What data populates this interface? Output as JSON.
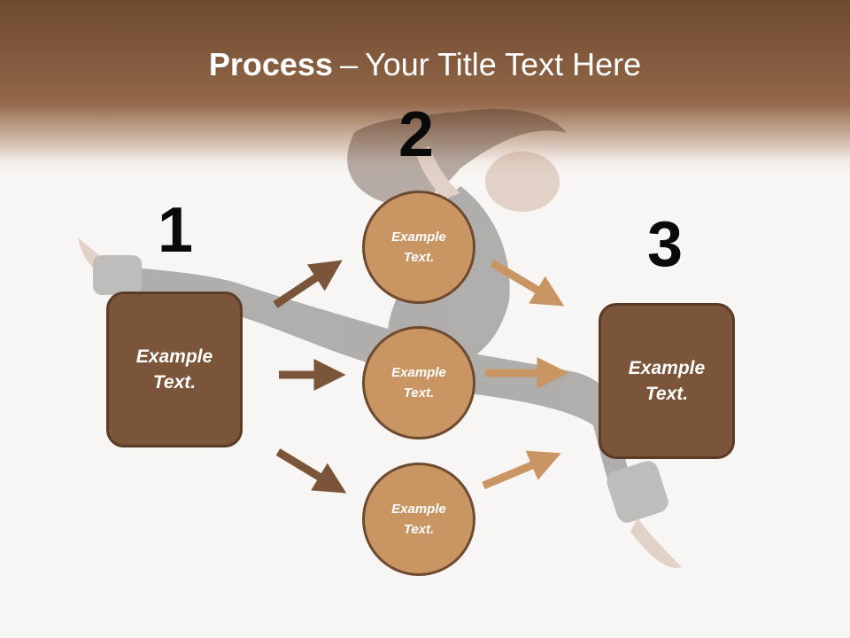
{
  "title": {
    "bold": "Process",
    "dash": "–",
    "rest": "Your Title Text Here"
  },
  "steps": [
    {
      "number": "1",
      "label": "Example Text."
    },
    {
      "number": "2",
      "items": [
        "Example Text.",
        "Example Text.",
        "Example Text."
      ]
    },
    {
      "number": "3",
      "label": "Example Text."
    }
  ],
  "colors": {
    "header": "#845b3e",
    "box_fill": "#7a553a",
    "circle_fill": "#c99563",
    "left_arrow": "#7a553a",
    "right_arrow": "#c99563"
  }
}
